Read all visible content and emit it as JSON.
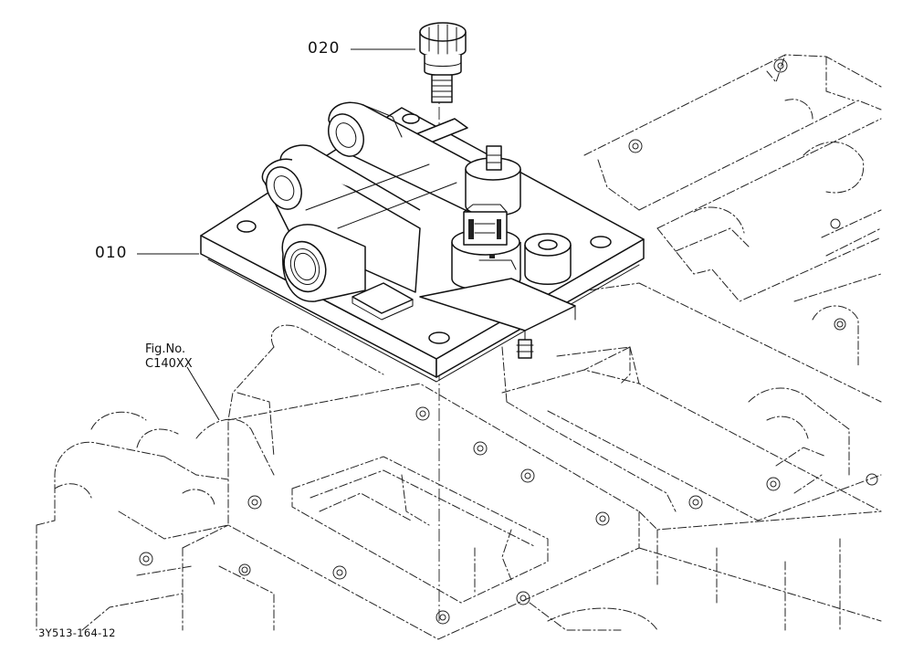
{
  "diagram": {
    "callouts": [
      {
        "id": "020",
        "label": "020"
      },
      {
        "id": "010",
        "label": "010"
      }
    ],
    "figure_reference": {
      "line1": "Fig.No.",
      "line2": "C140XX"
    },
    "drawing_code": "3Y513-164-12"
  }
}
